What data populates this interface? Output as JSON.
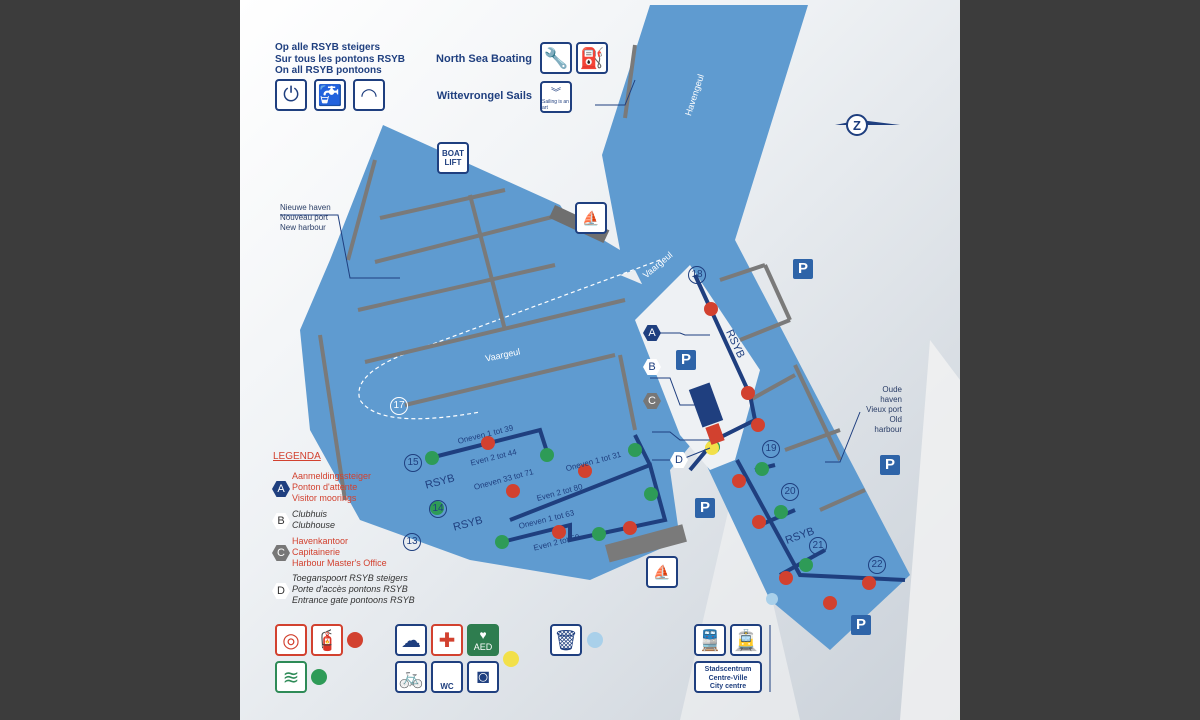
{
  "top_note": {
    "lines": [
      "Op alle RSYB steigers",
      "Sur tous les pontons RSYB",
      "On all RSYB pontoons"
    ],
    "icons": [
      "plug-icon",
      "water-tap-icon",
      "wifi-icon"
    ]
  },
  "services": [
    {
      "label": "North Sea Boating",
      "icons": [
        "wrench-icon",
        "fuel-pump-icon"
      ]
    },
    {
      "label": "Wittevrongel Sails",
      "icons": [
        "sailing-logo-icon"
      ],
      "logo_text": "Sailing is an art"
    }
  ],
  "boat_lift": "BOAT LIFT",
  "areas": {
    "havengeul": "Havengeul",
    "vaargeul": "Vaargeul",
    "new_harbour": [
      "Nieuwe haven",
      "Nouveau port",
      "New harbour"
    ],
    "old_harbour": [
      "Oude haven",
      "Vieux port",
      "Old harbour"
    ]
  },
  "pontoons": {
    "numbers": [
      "13",
      "14",
      "15",
      "17",
      "18",
      "19",
      "20",
      "21",
      "22"
    ],
    "club": "RSYB",
    "ranges": [
      "Oneven 1 tot 39",
      "Even 2 tot 44",
      "Oneven 33 tot 71",
      "Oneven 1 tot 31",
      "Even 2 tot 80",
      "Oneven 1 tot 63",
      "Even 2 tot 50"
    ]
  },
  "map_letters": [
    "A",
    "B",
    "C",
    "D"
  ],
  "parking_label": "P",
  "legend": {
    "title": "LEGENDA",
    "items": [
      {
        "key": "A",
        "lines": [
          "Aanmeldingssteiger",
          "Ponton d'attente",
          "Visitor moorings"
        ]
      },
      {
        "key": "B",
        "lines": [
          "Clubhuis",
          "Clubhouse"
        ]
      },
      {
        "key": "C",
        "lines": [
          "Havenkantoor",
          "Capitainerie",
          "Harbour Master's Office"
        ]
      },
      {
        "key": "D",
        "lines": [
          "Toeganspoort RSYB steigers",
          "Porte d'accès pontons RSYB",
          "Entrance gate pontoons RSYB"
        ]
      }
    ]
  },
  "facility_groups": [
    {
      "icons": [
        "lifebuoy-icon",
        "fire-extinguisher-icon"
      ],
      "dot_color": "#d2412f"
    },
    {
      "icons": [
        "swimming-pool-icon"
      ],
      "dot_color": "#2e9b57"
    },
    {
      "icons": [
        "weather-info-icon",
        "first-aid-icon",
        "aed-icon",
        "bicycle-parking-icon",
        "shower-wc-icon",
        "washing-machine-icon"
      ],
      "dot_color": "#f2e04a",
      "aed_label": "AED",
      "wc_label": "WC"
    },
    {
      "icons": [
        "litter-bin-icon"
      ],
      "dot_color": "#a9d0ea"
    }
  ],
  "transport": {
    "icons": [
      "train-icon",
      "tram-icon"
    ],
    "lines": [
      "Stadscentrum",
      "Centre-Ville",
      "City centre"
    ]
  },
  "colors": {
    "water": "#5f9bd0",
    "navy": "#1f3f7f",
    "red": "#d2412f",
    "green": "#2e9b57",
    "yellow": "#f2e04a",
    "lightblue": "#a9d0ea",
    "jetty": "#7a7a7a"
  }
}
